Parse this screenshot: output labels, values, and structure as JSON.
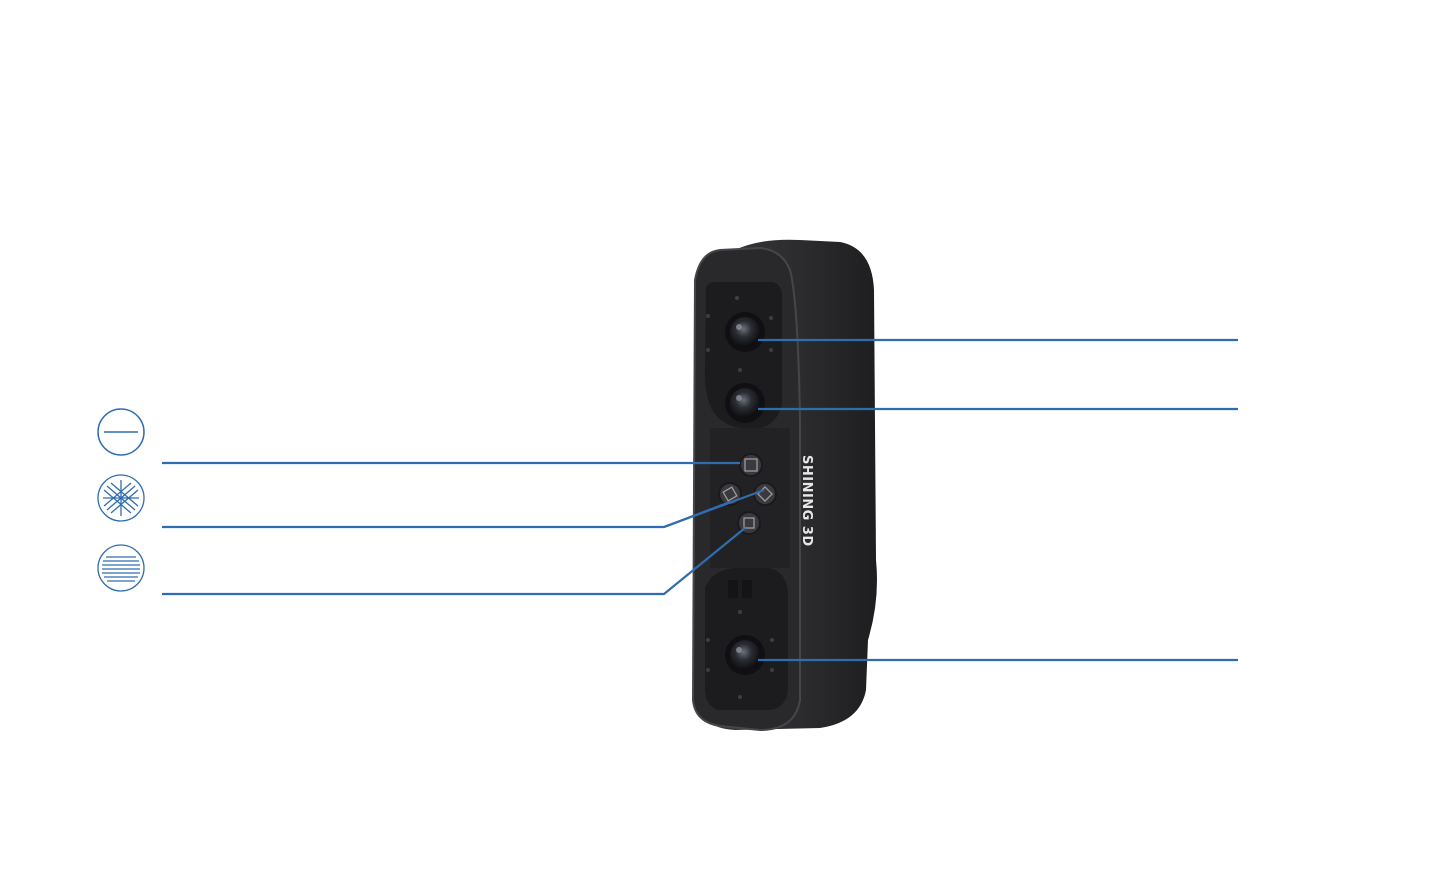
{
  "device": {
    "brand_text": "SHINING 3D",
    "body_color": "#2b2b2d",
    "face_color": "#1b1b1d",
    "edge_color": "#4a4a4e"
  },
  "callouts": {
    "line_color": "#2f6db0",
    "mode_icons": [
      {
        "name": "single-line-icon"
      },
      {
        "name": "cross-lines-icon"
      },
      {
        "name": "parallel-lines-icon"
      }
    ],
    "right_lines": [
      {
        "target": "top-camera-lens"
      },
      {
        "target": "middle-camera-lens"
      },
      {
        "target": "bottom-camera-lens"
      }
    ]
  }
}
